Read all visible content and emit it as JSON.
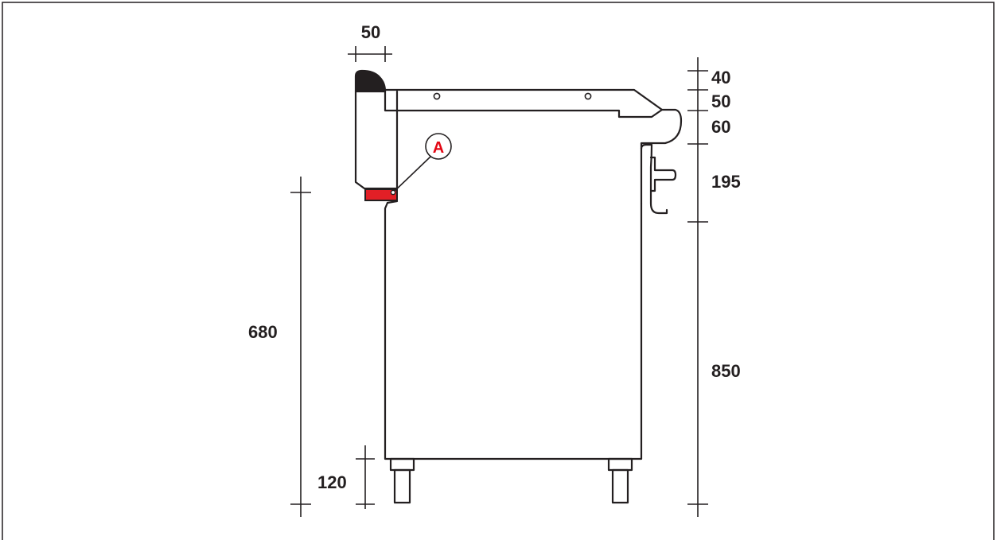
{
  "diagram": {
    "dimensions": {
      "top_width": "50",
      "right_40": "40",
      "right_50": "50",
      "right_60": "60",
      "right_195": "195",
      "right_850": "850",
      "left_680": "680",
      "left_120": "120"
    },
    "callout": {
      "label": "A",
      "color": "#e30613"
    },
    "colors": {
      "line": "#231f20",
      "marker_fill": "#e21f26",
      "cap_fill": "#231f20",
      "frame": "#231f20"
    }
  }
}
